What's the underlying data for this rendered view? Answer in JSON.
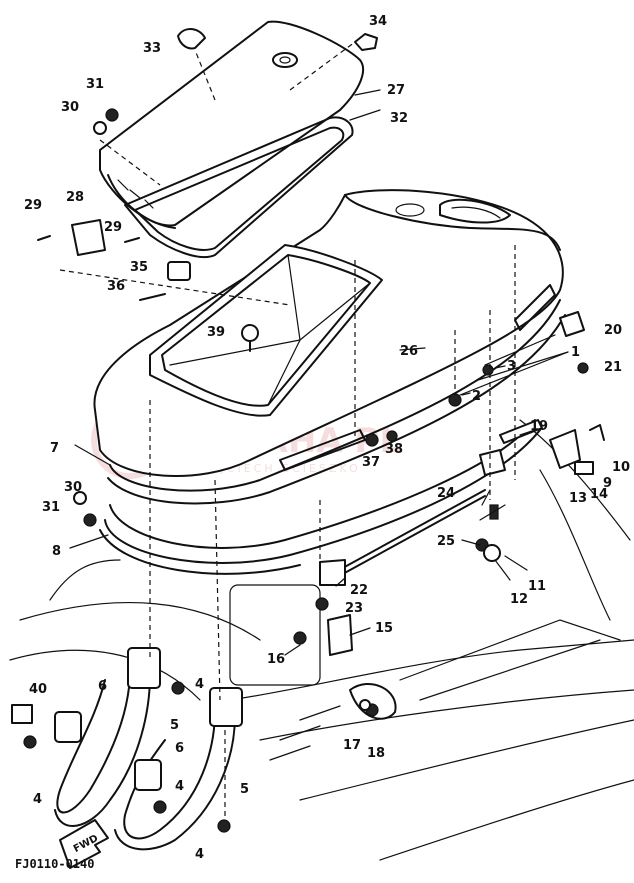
{
  "diagram": {
    "figure_code": "FJ0110-0140",
    "fwd_label": "FWD",
    "watermark": {
      "brand": "YAMAHA PL",
      "sub": "WOJCIECH ŚCIESZKO"
    },
    "labels": [
      "1",
      "2",
      "3",
      "4",
      "4",
      "4",
      "4",
      "5",
      "5",
      "6",
      "6",
      "7",
      "8",
      "9",
      "10",
      "11",
      "12",
      "13",
      "14",
      "15",
      "16",
      "17",
      "18",
      "19",
      "20",
      "21",
      "22",
      "23",
      "24",
      "25",
      "26",
      "27",
      "28",
      "29",
      "29",
      "30",
      "30",
      "31",
      "31",
      "32",
      "33",
      "34",
      "35",
      "36",
      "37",
      "38",
      "39",
      "40"
    ]
  }
}
